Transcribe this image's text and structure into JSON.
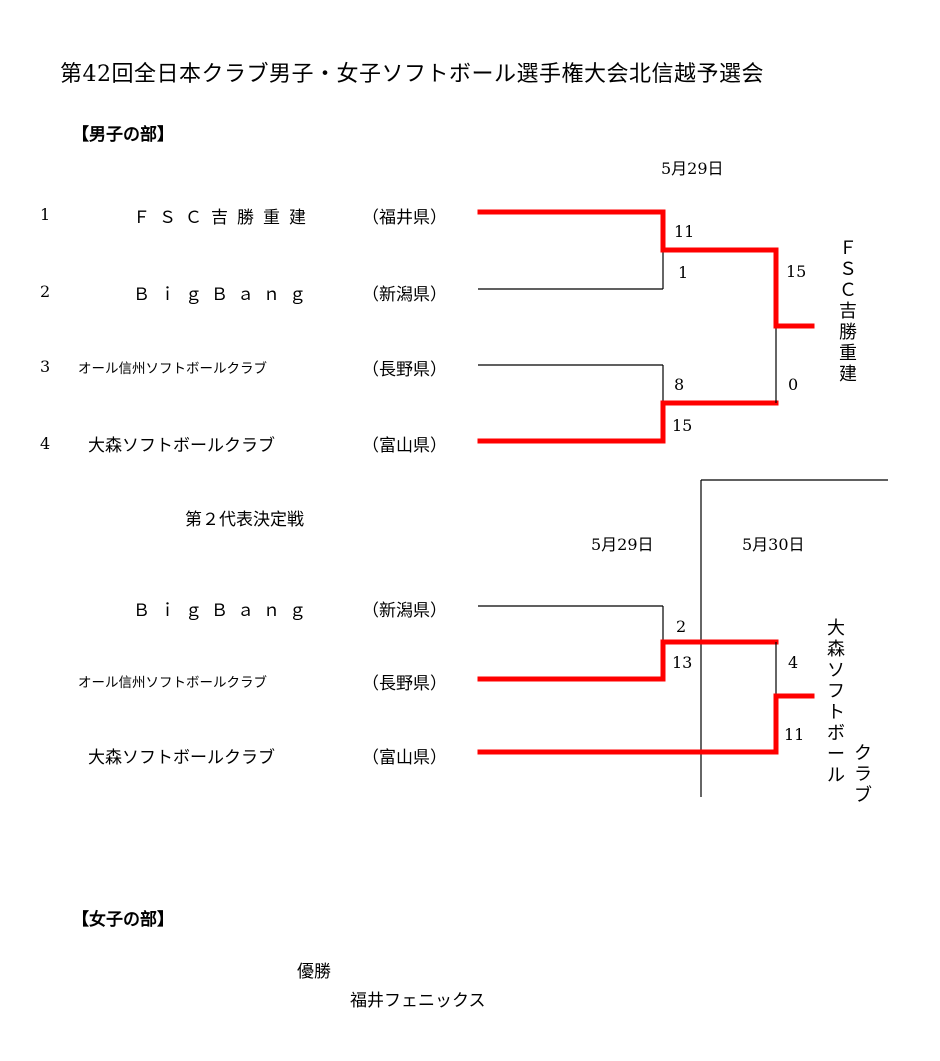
{
  "title": "第42回全日本クラブ男子・女子ソフトボール選手権大会北信越予選会",
  "men": {
    "heading": "【男子の部】",
    "date_r1": "5月29日",
    "teams": [
      {
        "num": "1",
        "name": "ＦＳＣ吉勝重建",
        "pref": "（福井県）"
      },
      {
        "num": "2",
        "name": "ＢｉｇＢａｎｇ",
        "pref": "（新潟県）"
      },
      {
        "num": "3",
        "name": "オール信州ソフトボールクラブ",
        "pref": "（長野県）"
      },
      {
        "num": "4",
        "name": "大森ソフトボールクラブ",
        "pref": "（富山県）"
      }
    ],
    "scores": {
      "m1_top": "11",
      "m1_bot": "1",
      "m2_top": "8",
      "m2_bot": "15",
      "final_top": "15",
      "final_bot": "0"
    },
    "winner": "ＦＳＣ吉勝重建",
    "second": {
      "heading": "第２代表決定戦",
      "date_a": "5月29日",
      "date_b": "5月30日",
      "teams": [
        {
          "name": "ＢｉｇＢａｎｇ",
          "pref": "（新潟県）"
        },
        {
          "name": "オール信州ソフトボールクラブ",
          "pref": "（長野県）"
        },
        {
          "name": "大森ソフトボールクラブ",
          "pref": "（富山県）"
        }
      ],
      "scores": {
        "m1_top": "2",
        "m1_bot": "13",
        "final_top": "4",
        "final_bot": "11"
      },
      "winner_col1": "大森ソフトボール",
      "winner_col2": "クラブ"
    }
  },
  "women": {
    "heading": "【女子の部】",
    "label": "優勝",
    "winner": "福井フェニックス"
  }
}
